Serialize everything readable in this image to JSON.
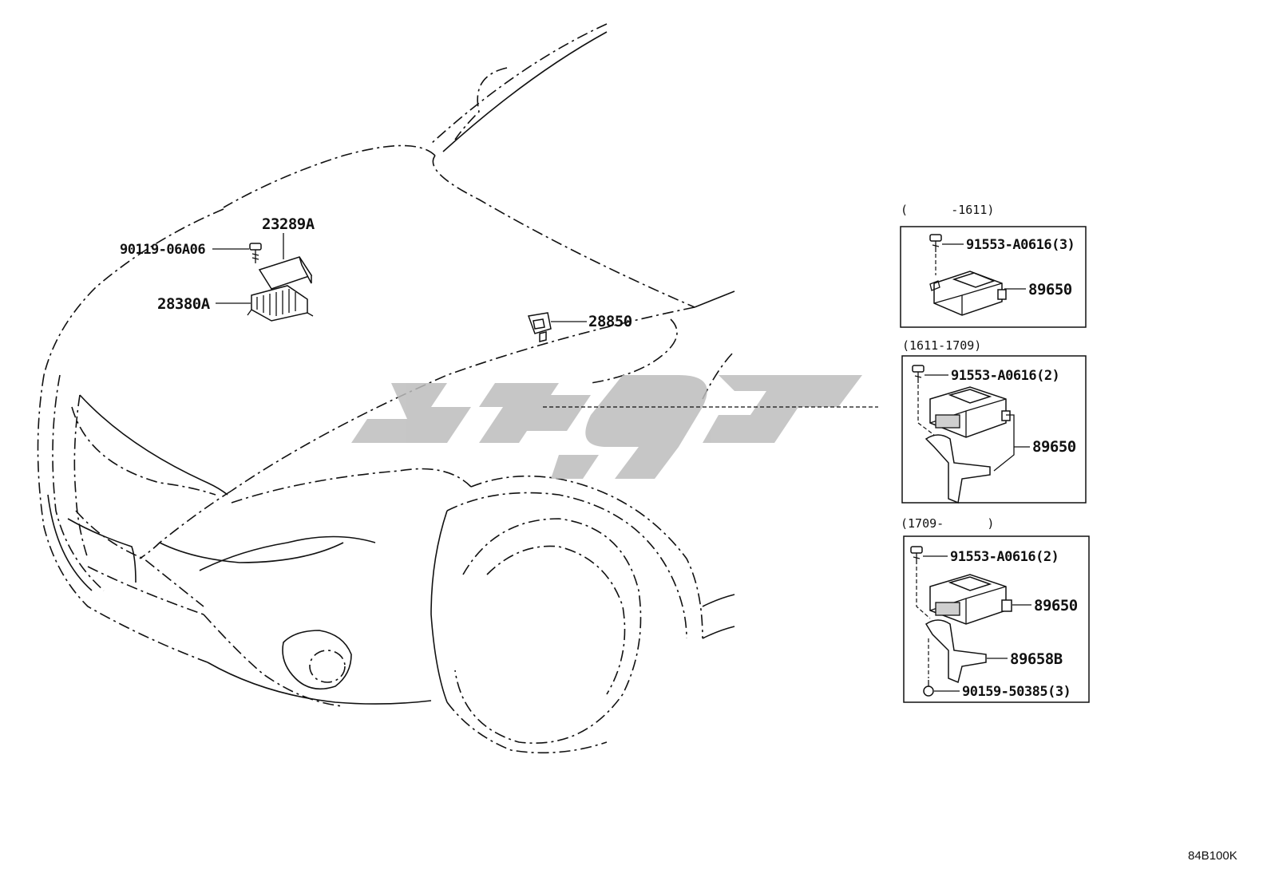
{
  "callouts": {
    "cover": "23289A",
    "bolt_main": "90119-06A06",
    "resistor": "28380A",
    "connector": "28850"
  },
  "panels": [
    {
      "range": "(      -1611)",
      "bolt": "91553-A0616(3)",
      "module": "89650"
    },
    {
      "range": "(1611-1709)",
      "bolt": "91553-A0616(2)",
      "module": "89650"
    },
    {
      "range": "(1709-      )",
      "bolt": "91553-A0616(2)",
      "module": "89650",
      "bracket": "89658B",
      "screw": "90159-50385(3)"
    }
  ],
  "diagram_code": "84B100K",
  "watermark_color": "#bdbdbd"
}
